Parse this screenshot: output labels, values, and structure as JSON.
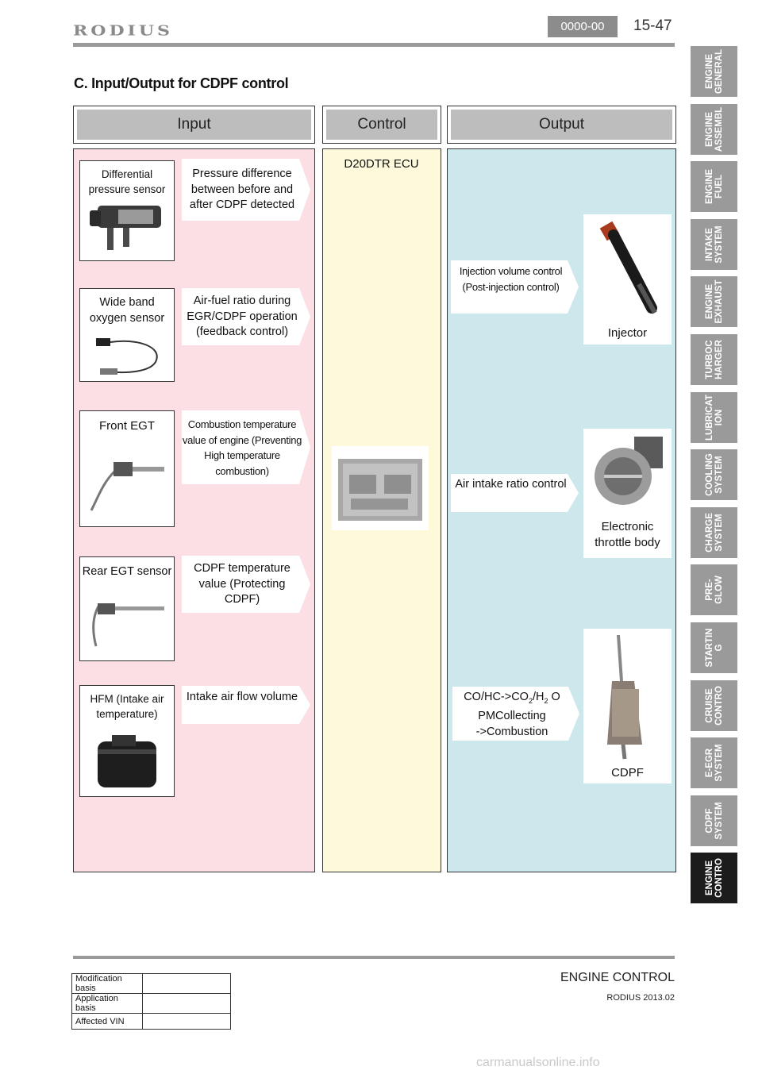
{
  "header": {
    "logo": "RODIUS",
    "section_code": "0000-00",
    "page_number": "15-47"
  },
  "title": "C. Input/Output for CDPF control",
  "columns": {
    "input": "Input",
    "control": "Control",
    "output": "Output"
  },
  "inputs": [
    {
      "sensor": "Differential pressure sensor",
      "signal": "Pressure difference between before and after CDPF detected"
    },
    {
      "sensor": "Wide band oxygen sensor",
      "signal": "Air-fuel ratio during EGR/CDPF operation (feedback control)"
    },
    {
      "sensor": "Front EGT",
      "signal": "Combustion temperature value of engine (Preventing High temperature combustion)"
    },
    {
      "sensor": "Rear EGT sensor",
      "signal": "CDPF temperature value (Protecting CDPF)"
    },
    {
      "sensor": "HFM (Intake air temperature)",
      "signal": "Intake air flow volume"
    }
  ],
  "control": {
    "ecu_label": "D20DTR ECU"
  },
  "outputs": [
    {
      "action": "Injection volume control (Post-injection control)",
      "component": "Injector"
    },
    {
      "action": "Air intake ratio control",
      "component": "Electronic throttle body"
    },
    {
      "action_parts": [
        "CO/HC->CO",
        "2",
        "/H",
        "2",
        " O",
        "PMCollecting",
        "->Combustion"
      ],
      "component": "CDPF"
    }
  ],
  "side_tabs": [
    "ENGINE\nGENERAL",
    "ENGINE\nASSEMBL",
    "ENGINE\nFUEL",
    "INTAKE\nSYSTEM",
    "ENGINE\nEXHAUST",
    "TURBOC\nHARGER",
    "LUBRICAT\nION",
    "COOLING\nSYSTEM",
    "CHARGE\nSYSTEM",
    "PRE-\nGLOW",
    "STARTIN\nG",
    "CRUISE\nCONTRO",
    "E-EGR\nSYSTEM",
    "CDPF\nSYSTEM",
    "ENGINE\nCONTRO"
  ],
  "active_tab_index": 14,
  "footer": {
    "section_title": "ENGINE CONTROL",
    "model": "RODIUS 2013.02",
    "table": [
      {
        "label": "Modification basis",
        "value": ""
      },
      {
        "label": "Application basis",
        "value": ""
      },
      {
        "label": "Affected VIN",
        "value": ""
      }
    ]
  },
  "watermark": "carmanualsonline.info",
  "colors": {
    "input_bg": "#fbdfe5",
    "control_bg": "#fdf9da",
    "output_bg": "#cde8ec",
    "header_gray": "#bdbdbd",
    "tab_gray": "#9a9a9a",
    "tab_active": "#1c1c1c"
  }
}
